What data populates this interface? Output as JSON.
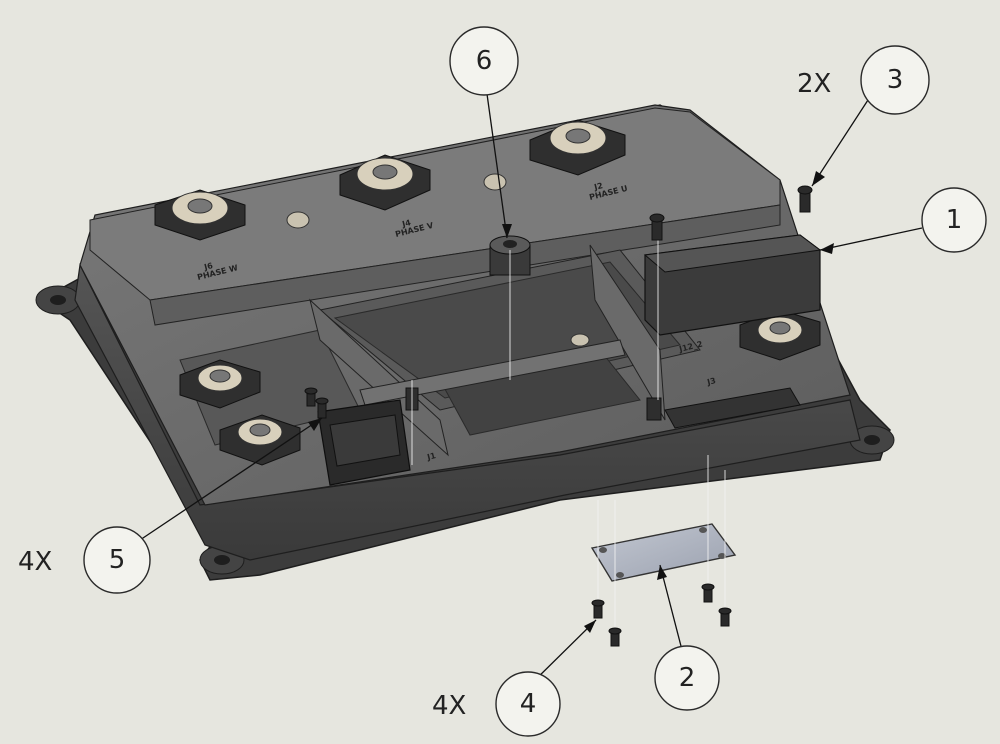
{
  "callouts": [
    {
      "number": "1"
    },
    {
      "number": "2"
    },
    {
      "number": "3",
      "qty": "2X"
    },
    {
      "number": "4",
      "qty": "4X"
    },
    {
      "number": "5",
      "qty": "4X"
    },
    {
      "number": "6"
    }
  ],
  "connector_labels": {
    "j6": "J6",
    "j6_phase": "PHASE W",
    "j4": "J4",
    "j4_phase": "PHASE V",
    "j2": "J2",
    "j2_phase": "PHASE U",
    "j1": "J1",
    "j3": "J3",
    "j12": "J12_2"
  },
  "colors": {
    "background": "#e6e6df",
    "housing_top": "#6c6c6c",
    "housing_side": "#4a4a4a",
    "housing_dark": "#2e2e2e",
    "cover_plate": "#aab0bd"
  }
}
